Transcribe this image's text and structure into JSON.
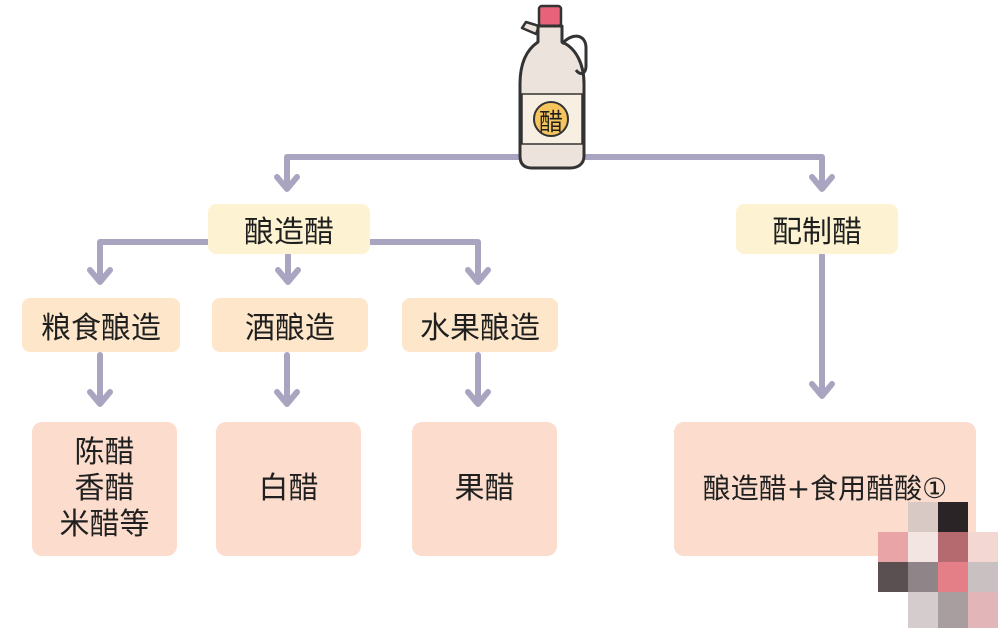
{
  "bottle": {
    "label": "醋"
  },
  "categories": {
    "brewed": "酿造醋",
    "blended": "配制醋"
  },
  "subcategories": {
    "grain": "粮食酿造",
    "alcohol": "酒酿造",
    "fruit": "水果酿造"
  },
  "leaves": {
    "grain": [
      "陈醋",
      "香醋",
      "米醋等"
    ],
    "alcohol": "白醋",
    "fruit": "果醋",
    "blended": "酿造醋+食用醋酸①"
  },
  "colors": {
    "connector": "#a9a5c1",
    "category_fill": "#fdf3d3",
    "subcategory_fill": "#fde6c9",
    "leaf_fill": "#fbdccd",
    "bottle_body": "#ece4dc",
    "bottle_cap": "#e8637a",
    "bottle_badge": "#f6c55e"
  }
}
